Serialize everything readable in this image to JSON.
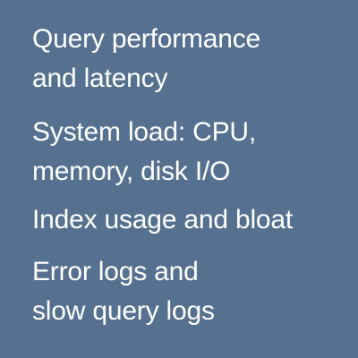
{
  "colors": {
    "background": "#56718f",
    "text": "#ffffff"
  },
  "items": [
    {
      "label": "Query performance\nand latency"
    },
    {
      "label": "System load: CPU,\nmemory, disk I/O"
    },
    {
      "label": "Index usage and bloat"
    },
    {
      "label": "Error logs and\nslow query logs"
    }
  ]
}
